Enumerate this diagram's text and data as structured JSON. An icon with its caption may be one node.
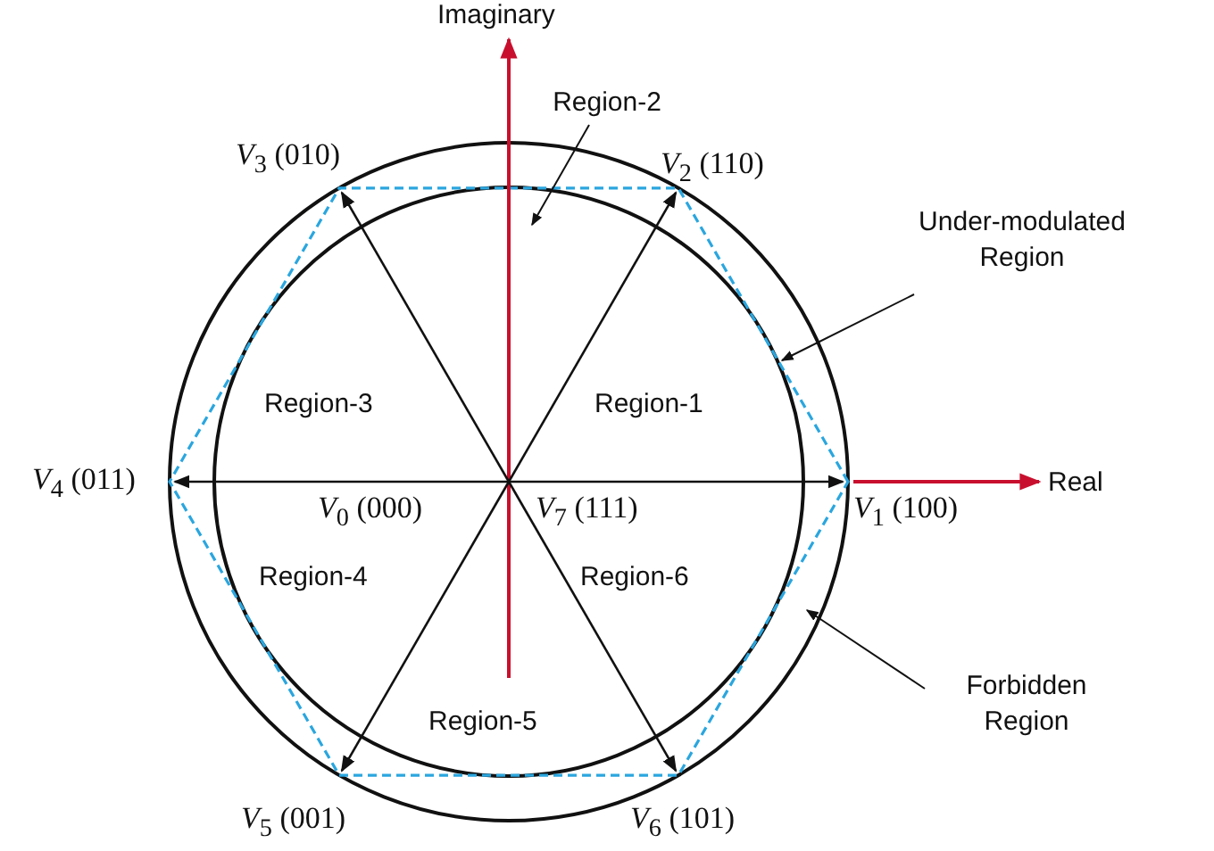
{
  "diagram": {
    "nodes": [
      {
        "text": [
          "Region-2"
        ]
      },
      {
        "text": [
          "Under-modulated Region"
        ]
      },
      {
        "text": [
          "Forbidden Region"
        ]
      }
    ],
    "edges": [
      {
        "from": 0,
        "to": null,
        "arrow": "to"
      },
      {
        "from": 1,
        "to": null,
        "arrow": "to"
      },
      {
        "from": 2,
        "to": null,
        "arrow": "to"
      }
    ],
    "labels": [
      "Imaginary",
      "*V*$_{3}$ (010)",
      "*V*$_{2}$ (110)",
      "Region-3",
      "Region-1",
      "*V*$_{4}$ (011)",
      "*V*$_{0}$ (000)",
      "*V*$_{7}$ (111)",
      "Real",
      "*V*$_{1}$ (100)",
      "Region-4",
      "Region-6",
      "Region-5",
      "*V*$_{5}$ (001)",
      "*V*$_{6}$ (101)"
    ]
  }
}
